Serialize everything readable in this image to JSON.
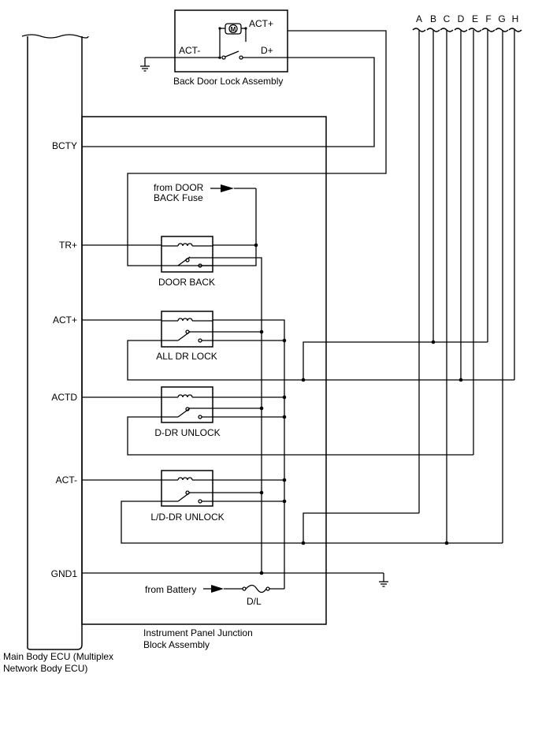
{
  "ecu": {
    "name_line1": "Main Body ECU (Multiplex",
    "name_line2": "Network Body ECU)",
    "terminals": {
      "bcty": "BCTY",
      "tr_plus": "TR+",
      "act_plus": "ACT+",
      "actd": "ACTD",
      "act_minus": "ACT-",
      "gnd1": "GND1"
    }
  },
  "back_door": {
    "name": "Back Door Lock Assembly",
    "act_plus": "ACT+",
    "act_minus": "ACT-",
    "d_plus": "D+",
    "motor": "M"
  },
  "junction_block": {
    "name_line1": "Instrument Panel Junction",
    "name_line2": "Block Assembly",
    "from_door_line1": "from DOOR",
    "from_door_line2": "BACK Fuse",
    "from_battery": "from Battery",
    "fuse": "D/L"
  },
  "relays": {
    "door_back": "DOOR BACK",
    "all_dr_lock": "ALL DR LOCK",
    "d_dr_unlock": "D-DR UNLOCK",
    "ld_dr_unlock": "L/D-DR UNLOCK"
  },
  "connectors": [
    "A",
    "B",
    "C",
    "D",
    "E",
    "F",
    "G",
    "H"
  ]
}
